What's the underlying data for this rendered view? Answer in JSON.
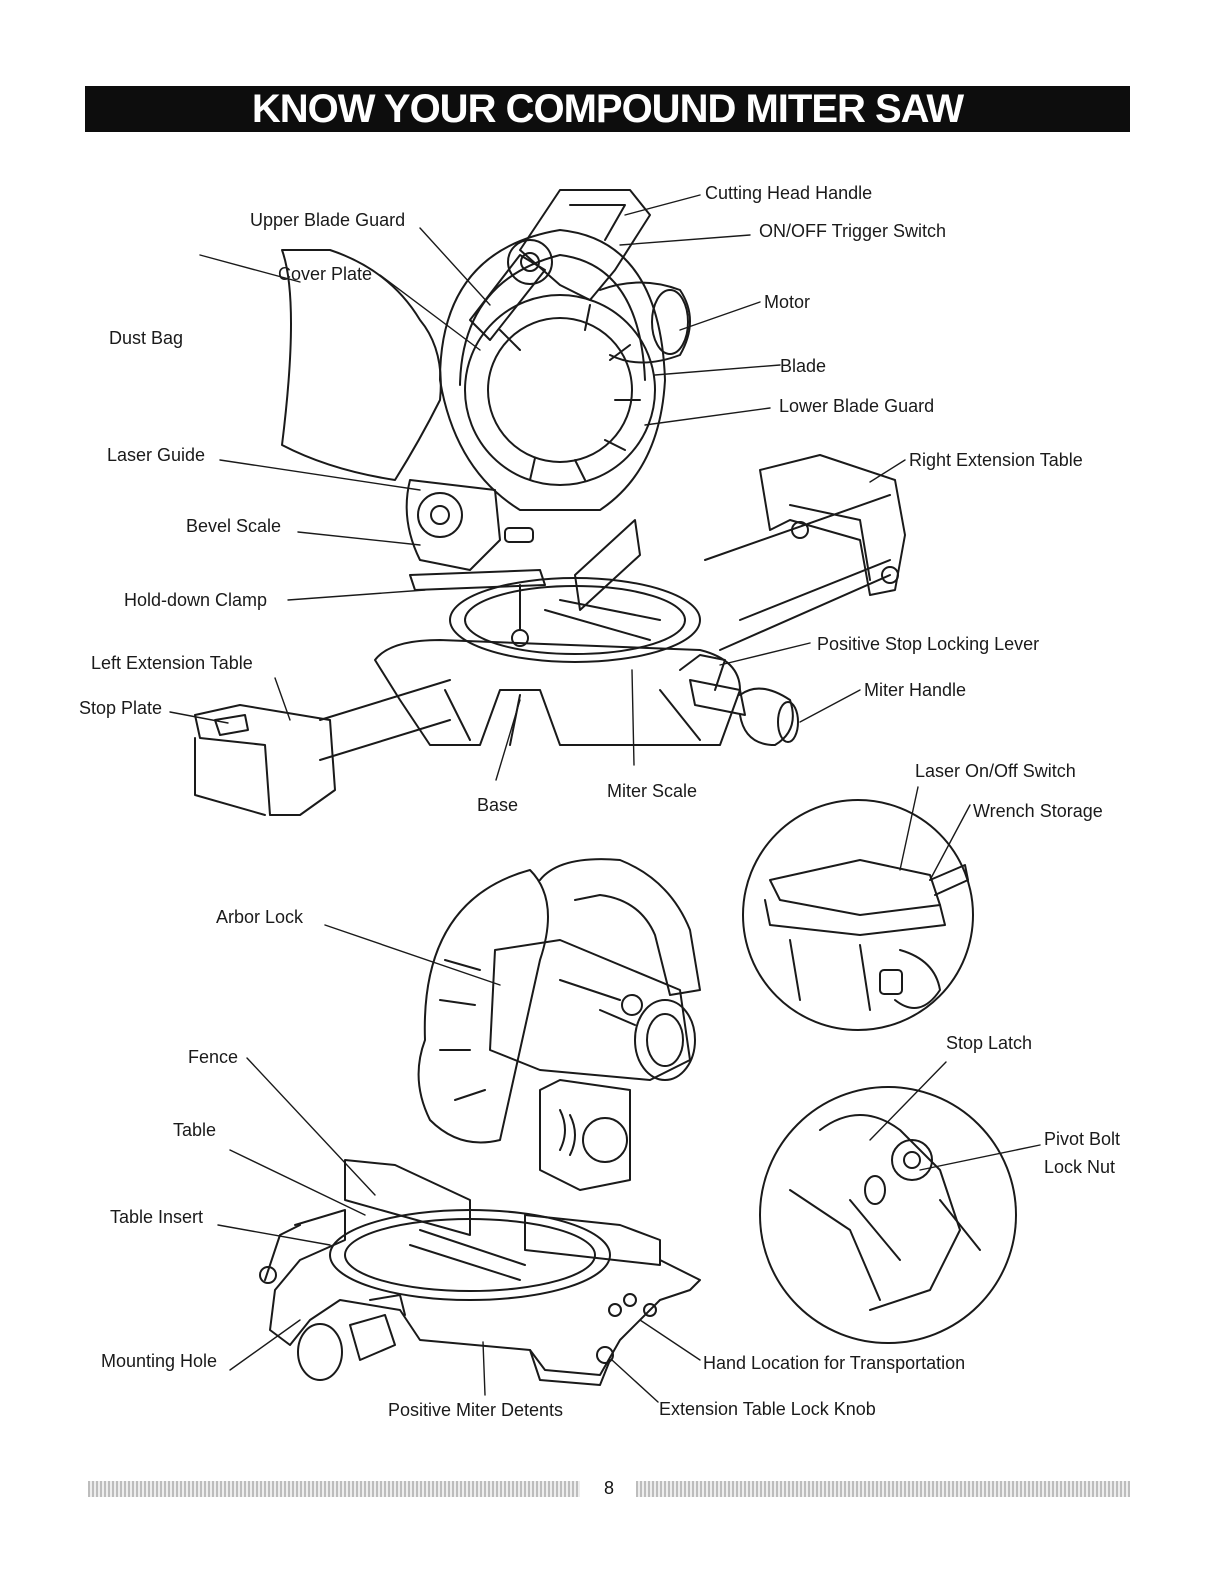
{
  "page": {
    "title": "KNOW YOUR COMPOUND MITER SAW",
    "page_number": "8"
  },
  "labels": {
    "cutting_head_handle": "Cutting Head Handle",
    "upper_blade_guard": "Upper Blade Guard",
    "on_off_trigger_switch": "ON/OFF Trigger Switch",
    "cover_plate": "Cover Plate",
    "motor": "Motor",
    "dust_bag": "Dust Bag",
    "blade": "Blade",
    "lower_blade_guard": "Lower Blade Guard",
    "laser_guide": "Laser Guide",
    "right_extension_table": "Right Extension Table",
    "bevel_scale": "Bevel Scale",
    "hold_down_clamp": "Hold-down Clamp",
    "positive_stop_locking_lever": "Positive Stop Locking Lever",
    "left_extension_table": "Left Extension Table",
    "miter_handle": "Miter Handle",
    "stop_plate": "Stop Plate",
    "laser_on_off_switch": "Laser On/Off Switch",
    "miter_scale": "Miter Scale",
    "base": "Base",
    "wrench_storage": "Wrench Storage",
    "arbor_lock": "Arbor Lock",
    "fence": "Fence",
    "stop_latch": "Stop Latch",
    "table": "Table",
    "pivot_bolt": "Pivot Bolt",
    "lock_nut": "Lock Nut",
    "table_insert": "Table Insert",
    "mounting_hole": "Mounting Hole",
    "hand_location_for_transportation": "Hand Location for Transportation",
    "positive_miter_detents": "Positive Miter Detents",
    "extension_table_lock_knob": "Extension Table Lock Knob"
  }
}
